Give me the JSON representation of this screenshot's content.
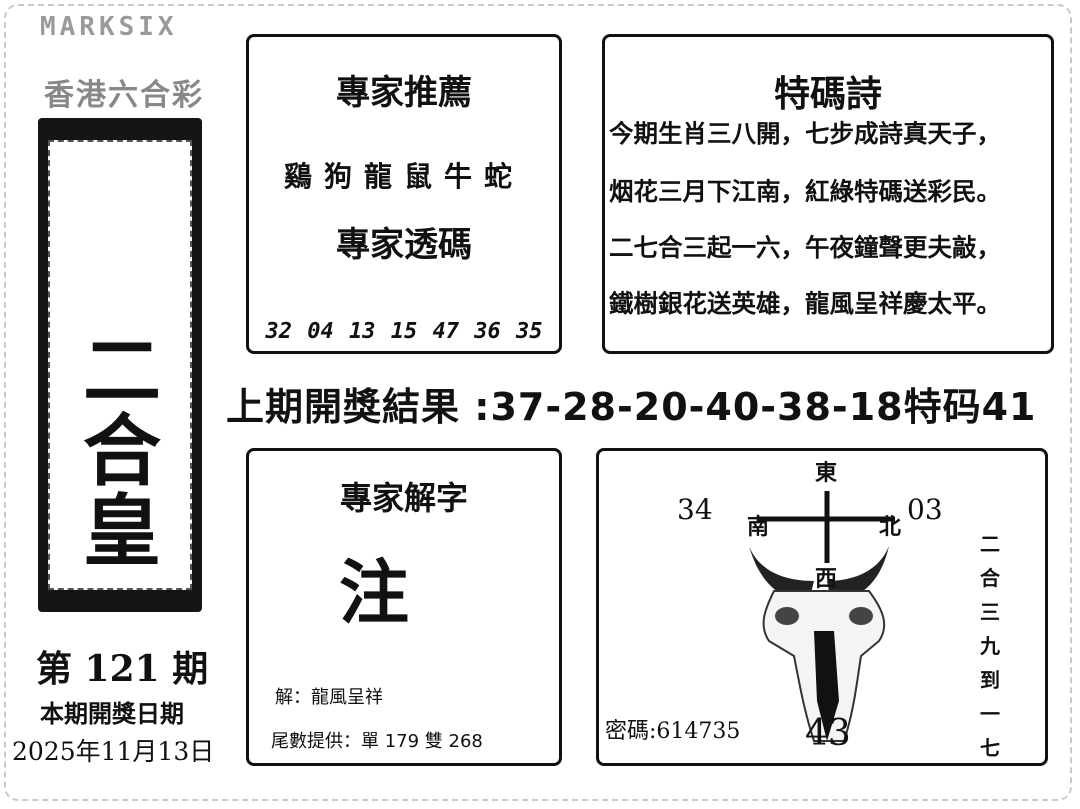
{
  "brand": {
    "logo_text": "MARKSIX",
    "subtitle": "香港六合彩"
  },
  "banner": {
    "chars": [
      "二",
      "合",
      "皇"
    ]
  },
  "issue": {
    "number": "第 121 期",
    "date_label": "本期開獎日期",
    "date": "2025年11月13日"
  },
  "expert_pick": {
    "title": "專家推薦",
    "zodiacs": "鷄狗龍鼠牛蛇",
    "subtitle": "專家透碼",
    "numbers": "32 04 13 15 47 36 35"
  },
  "poem": {
    "title": "特碼詩",
    "lines": [
      "今期生肖三八開，七步成詩真天子，",
      "烟花三月下江南，紅綠特碼送彩民。",
      "二七合三起一六，午夜鐘聲更夫敲，",
      "鐵樹銀花送英雄，龍風呈祥慶太平。"
    ]
  },
  "last_result": {
    "label": "上期開獎結果",
    "value": ":37-28-20-40-38-18特码41"
  },
  "expert_word": {
    "title": "專家解字",
    "character": "注",
    "explanation": "解：龍風呈祥",
    "tail": "尾數提供：單 179 雙 268"
  },
  "compass": {
    "east": "東",
    "south": "南",
    "west": "西",
    "north": "北",
    "left_num": "34",
    "right_num": "03",
    "vertical_text": [
      "二",
      "合",
      "三",
      "九",
      "到",
      "一",
      "七"
    ],
    "secret_label": "密碼:614735",
    "bottom_num": "43"
  },
  "colors": {
    "ink": "#111111",
    "banner": "#151515",
    "faded": "#9a9a9a"
  }
}
